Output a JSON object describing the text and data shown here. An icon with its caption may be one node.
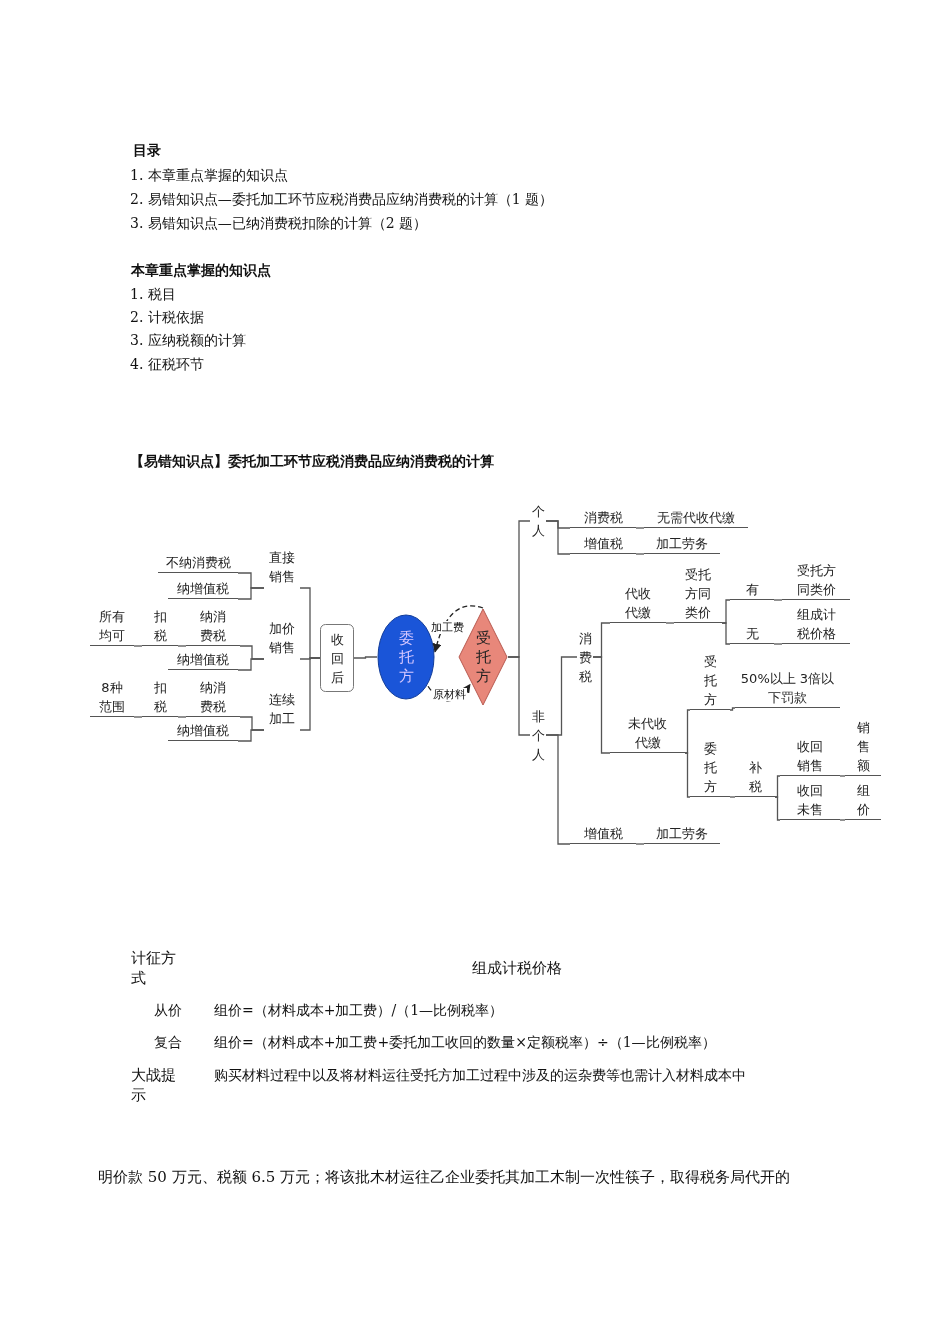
{
  "diagram": {
    "nodes": [
      {
        "text": [
          "不纳消费税"
        ]
      },
      {
        "text": [
          "纳增值税"
        ]
      },
      {
        "text": [
          "直接销售"
        ]
      },
      {
        "text": [
          "所有均可"
        ]
      },
      {
        "text": [
          "扣税"
        ]
      },
      {
        "text": [
          "纳消费税"
        ]
      },
      {
        "text": [
          "纳增值税"
        ]
      },
      {
        "text": [
          "加价销售"
        ]
      },
      {
        "text": [
          "8种范围"
        ]
      },
      {
        "text": [
          "扣税"
        ]
      },
      {
        "text": [
          "纳消费税"
        ]
      },
      {
        "text": [
          "纳增值税"
        ]
      },
      {
        "text": [
          "连续加工"
        ]
      },
      {
        "text": [
          "收回后"
        ]
      },
      {
        "text": [
          "委托方"
        ]
      },
      {
        "text": [
          "受托方"
        ]
      },
      {
        "text": [
          "个人"
        ]
      },
      {
        "text": [
          "消费税"
        ]
      },
      {
        "text": [
          "无需代收代缴"
        ]
      },
      {
        "text": [
          "增值税"
        ]
      },
      {
        "text": [
          "加工劳务"
        ]
      },
      {
        "text": [
          "非个人"
        ]
      },
      {
        "text": [
          "消费税"
        ]
      },
      {
        "text": [
          "代收代缴"
        ]
      },
      {
        "text": [
          "受托方同类价"
        ]
      },
      {
        "text": [
          "有"
        ]
      },
      {
        "text": [
          "受托方同类价"
        ]
      },
      {
        "text": [
          "无"
        ]
      },
      {
        "text": [
          "组成计税价格"
        ]
      },
      {
        "text": [
          "未代收代缴"
        ]
      },
      {
        "text": [
          "受托方"
        ]
      },
      {
        "text": [
          "50%以上 3倍以下罚款"
        ]
      },
      {
        "text": [
          "委托方"
        ]
      },
      {
        "text": [
          "补税"
        ]
      },
      {
        "text": [
          "收回销售"
        ]
      },
      {
        "text": [
          "销售额"
        ]
      },
      {
        "text": [
          "收回未售"
        ]
      },
      {
        "text": [
          "组价"
        ]
      },
      {
        "text": [
          "增值税"
        ]
      },
      {
        "text": [
          "加工劳务"
        ]
      }
    ],
    "edges": [
      {
        "from": 13,
        "to": 2,
        "arrow": "none"
      },
      {
        "from": 13,
        "to": 7,
        "arrow": "none"
      },
      {
        "from": 13,
        "to": 12,
        "arrow": "none"
      },
      {
        "from": 2,
        "to": 0,
        "arrow": "none"
      },
      {
        "from": 2,
        "to": 1,
        "arrow": "none"
      },
      {
        "from": 7,
        "to": 5,
        "arrow": "none"
      },
      {
        "from": 7,
        "to": 6,
        "arrow": "none"
      },
      {
        "from": 5,
        "to": 4,
        "arrow": "none"
      },
      {
        "from": 4,
        "to": 3,
        "arrow": "none"
      },
      {
        "from": 12,
        "to": 10,
        "arrow": "none"
      },
      {
        "from": 12,
        "to": 11,
        "arrow": "none"
      },
      {
        "from": 10,
        "to": 9,
        "arrow": "none"
      },
      {
        "from": 9,
        "to": 8,
        "arrow": "none"
      },
      {
        "from": 14,
        "to": 13,
        "arrow": "none"
      },
      {
        "from": 15,
        "to": 14,
        "arrow": "to",
        "label": "加工费",
        "style": "dashed"
      },
      {
        "from": 14,
        "to": 15,
        "arrow": "to",
        "label": "原材料",
        "style": "dashed"
      },
      {
        "from": 15,
        "to": 16,
        "arrow": "none"
      },
      {
        "from": 15,
        "to": 21,
        "arrow": "none"
      },
      {
        "from": 16,
        "to": 17,
        "arrow": "none"
      },
      {
        "from": 16,
        "to": 19,
        "arrow": "none"
      },
      {
        "from": 17,
        "to": 18,
        "arrow": "none"
      },
      {
        "from": 19,
        "to": 20,
        "arrow": "none"
      },
      {
        "from": 21,
        "to": 22,
        "arrow": "none"
      },
      {
        "from": 21,
        "to": 38,
        "arrow": "none"
      },
      {
        "from": 38,
        "to": 39,
        "arrow": "none"
      },
      {
        "from": 22,
        "to": 23,
        "arrow": "none"
      },
      {
        "from": 22,
        "to": 29,
        "arrow": "none"
      },
      {
        "from": 23,
        "to": 24,
        "arrow": "none"
      },
      {
        "from": 24,
        "to": 25,
        "arrow": "none"
      },
      {
        "from": 24,
        "to": 27,
        "arrow": "none"
      },
      {
        "from": 25,
        "to": 26,
        "arrow": "none"
      },
      {
        "from": 27,
        "to": 28,
        "arrow": "none"
      },
      {
        "from": 29,
        "to": 30,
        "arrow": "none"
      },
      {
        "from": 29,
        "to": 32,
        "arrow": "none"
      },
      {
        "from": 30,
        "to": 31,
        "arrow": "none"
      },
      {
        "from": 32,
        "to": 33,
        "arrow": "none"
      },
      {
        "from": 33,
        "to": 34,
        "arrow": "none"
      },
      {
        "from": 33,
        "to": 36,
        "arrow": "none"
      },
      {
        "from": 34,
        "to": 35,
        "arrow": "none"
      },
      {
        "from": 36,
        "to": 37,
        "arrow": "none"
      }
    ],
    "labels": [
      "目录",
      "1. 本章重点掌握的知识点",
      "2. 易错知识点—委托加工环节应税消费品应纳消费税的计算（1 题）",
      "3. 易错知识点—已纳消费税扣除的计算（2 题）",
      "本章重点掌握的知识点",
      "1. 税目",
      "2. 计税依据",
      "3. 应纳税额的计算",
      "4. 征税环节",
      "【易错知识点】委托加工环节应税消费品应纳消费税的计算",
      "计征方式",
      "组成计税价格",
      "从价",
      "组价=（材料成本+加工费）/（1—比例税率）",
      "复合",
      "组价=（材料成本+加工费+委托加工收回的数量×定额税率）÷（1—比例税率）",
      "大战提示",
      "购买材料过程中以及将材料运往受托方加工过程中涉及的运杂费等也需计入材料成本中",
      "明价款 50 万元、税额 6.5 万元；将该批木材运往乙企业委托其加工木制一次性筷子，取得税务局代开的"
    ]
  }
}
